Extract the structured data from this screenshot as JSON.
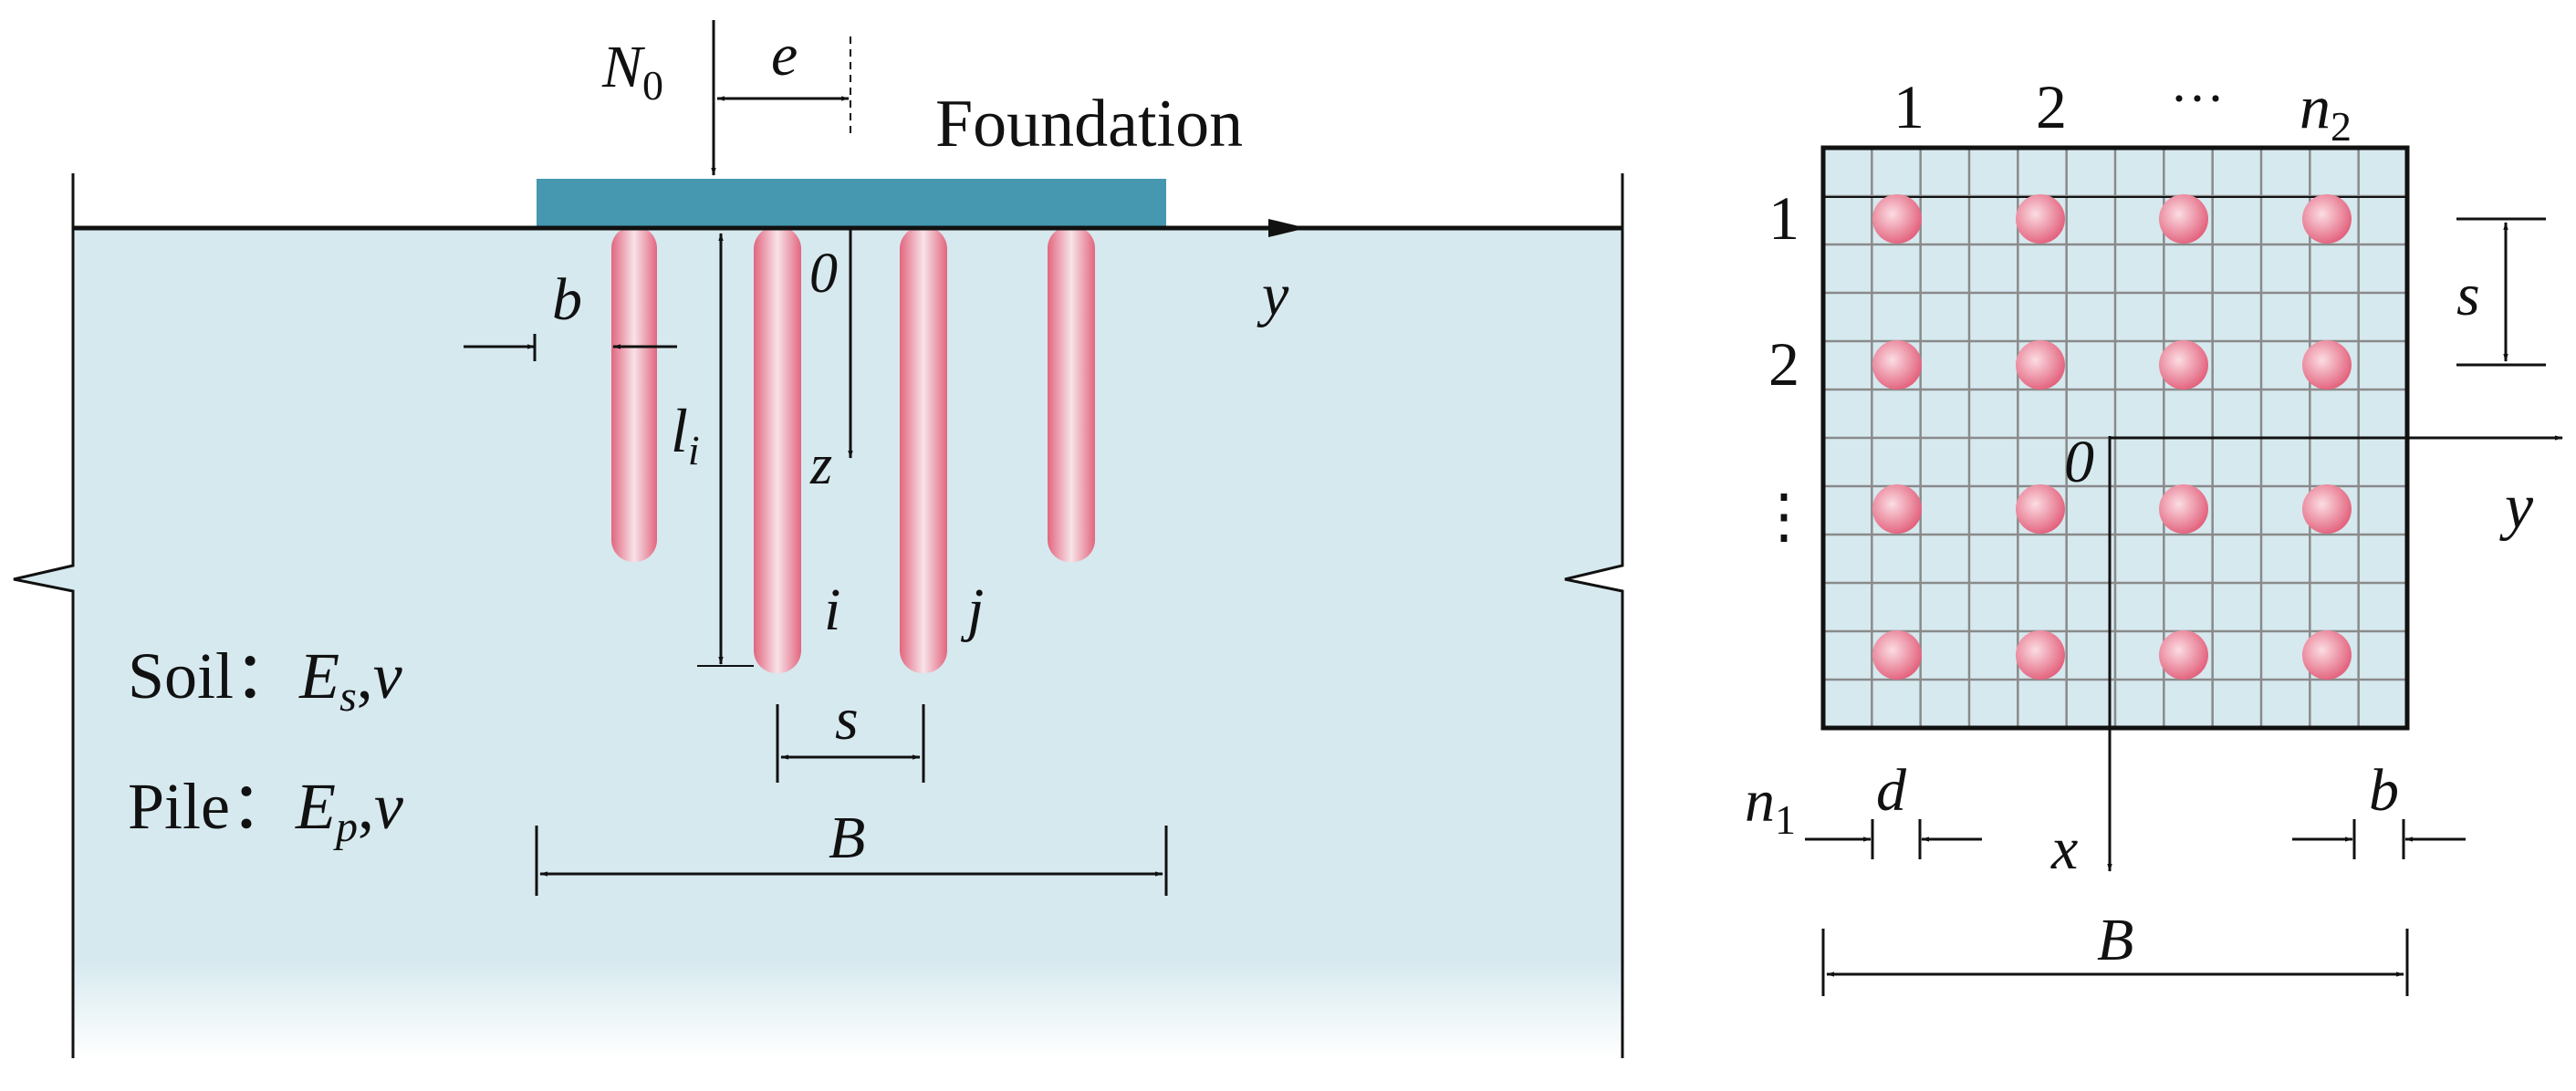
{
  "colors": {
    "soil": "#d6e9ef",
    "foundation": "#4598b0",
    "pile": "#e4738a",
    "pile_highlight": "#f6e2e7",
    "grid_line": "#8a8a8a",
    "ink": "#111111"
  },
  "left_panel": {
    "load_label": "N",
    "load_subscript": "0",
    "eccentricity_label": "e",
    "foundation_label": "Foundation",
    "pile_width_label": "b",
    "pile_length_label": "l",
    "pile_length_subscript": "i",
    "origin_label": "0",
    "y_axis_label": "y",
    "z_axis_label": "z",
    "pile_i_label": "i",
    "pile_j_label": "j",
    "spacing_label": "s",
    "width_label": "B",
    "soil_label": "Soil",
    "soil_modulus": "E",
    "soil_modulus_subscript": "s",
    "poisson": "ν",
    "pile_label": "Pile",
    "pile_modulus": "E",
    "pile_modulus_subscript": "p",
    "separator": "：",
    "comma": ","
  },
  "right_panel": {
    "column_labels": [
      "1",
      "2",
      "···",
      "n"
    ],
    "column_last_subscript": "2",
    "row_labels": [
      "1",
      "2",
      "⋮"
    ],
    "origin_label": "0",
    "y_axis_label": "y",
    "x_axis_label": "x",
    "spacing_label": "s",
    "count_label": "n",
    "count_subscript": "1",
    "cell_label": "d",
    "pile_width_label": "b",
    "width_label": "B"
  }
}
